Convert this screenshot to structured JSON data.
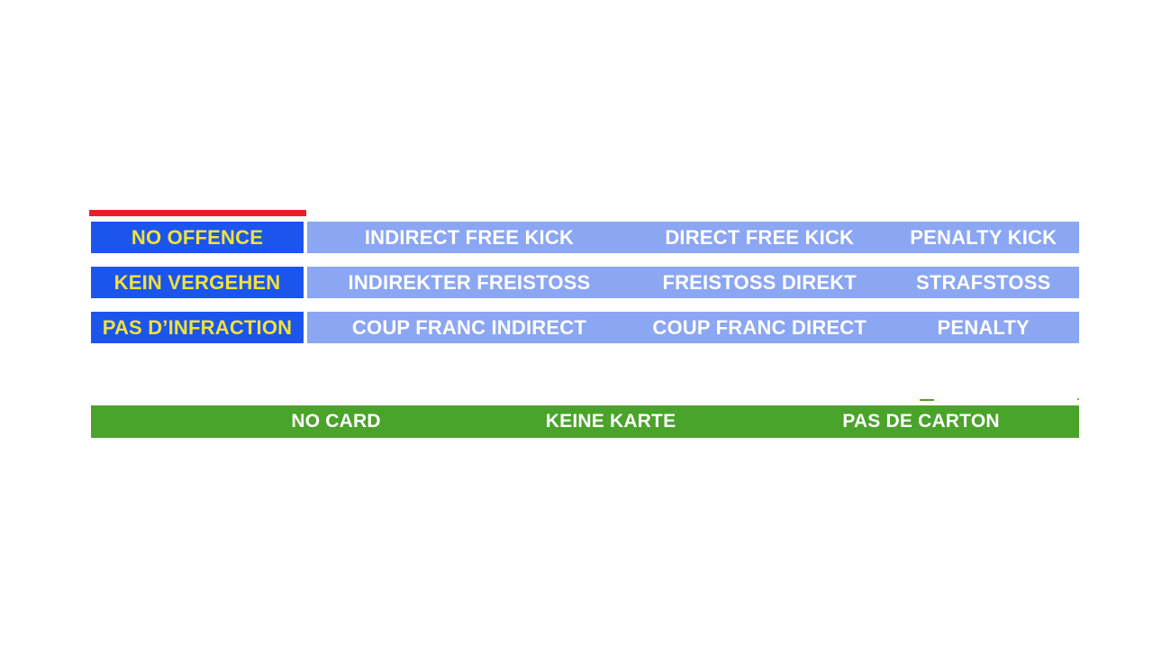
{
  "decision_matrix": {
    "rows": [
      {
        "primary": "NO OFFENCE",
        "options": [
          "INDIRECT FREE KICK",
          "DIRECT FREE KICK",
          "PENALTY KICK"
        ]
      },
      {
        "primary": "KEIN VERGEHEN",
        "options": [
          "INDIREKTER FREISTOSS",
          "FREISTOSS DIREKT",
          "STRAFSTOSS"
        ]
      },
      {
        "primary": "PAS D’INFRACTION",
        "options": [
          "COUP FRANC INDIRECT",
          "COUP FRANC DIRECT",
          "PENALTY"
        ]
      }
    ]
  },
  "card_bar": {
    "labels": [
      "NO CARD",
      "KEINE KARTE",
      "PAS DE CARTON"
    ]
  },
  "colors": {
    "selected_blue": "#1c55ee",
    "option_blue": "#8ba6f2",
    "label_yellow": "#f0e23a",
    "card_green": "#4aa32a",
    "indicator_red": "#e61e28",
    "option_text": "#ffffff",
    "background": "#ffffff"
  }
}
